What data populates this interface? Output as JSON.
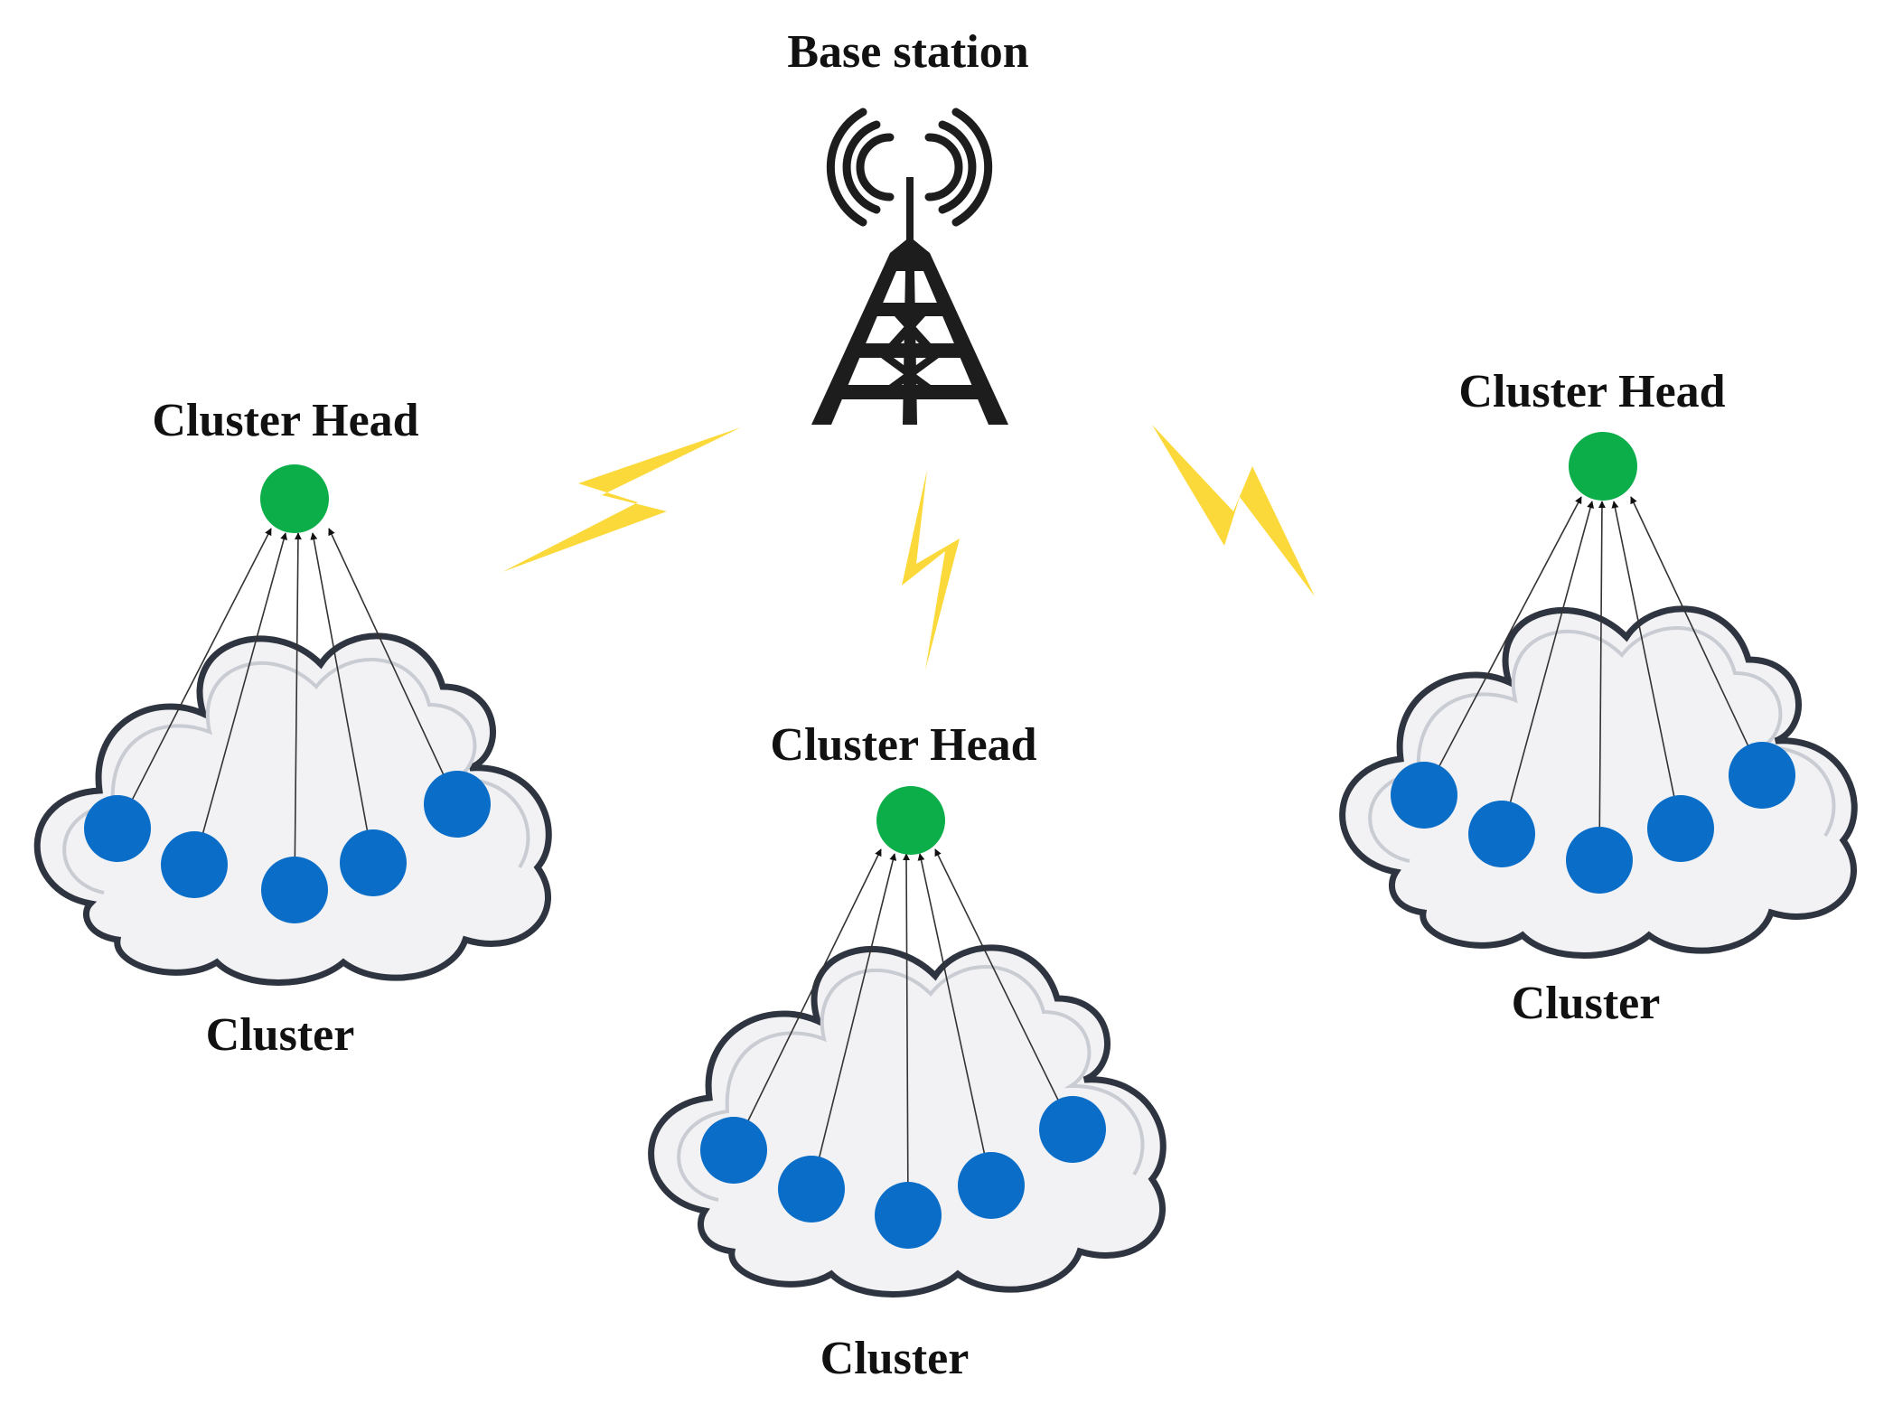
{
  "base_station": {
    "label": "Base station",
    "icon": "cell-tower-icon"
  },
  "clusters": [
    {
      "id": "left",
      "head_label": "Cluster Head",
      "cluster_label": "Cluster",
      "member_count": 5
    },
    {
      "id": "center",
      "head_label": "Cluster Head",
      "cluster_label": "Cluster",
      "member_count": 5
    },
    {
      "id": "right",
      "head_label": "Cluster Head",
      "cluster_label": "Cluster",
      "member_count": 5
    }
  ],
  "colors": {
    "head_node": "#0cae4a",
    "member_node": "#0a6ec8",
    "lightning": "#fcd93a",
    "cloud_fill": "#f2f2f4",
    "cloud_stroke": "#2e3440"
  }
}
